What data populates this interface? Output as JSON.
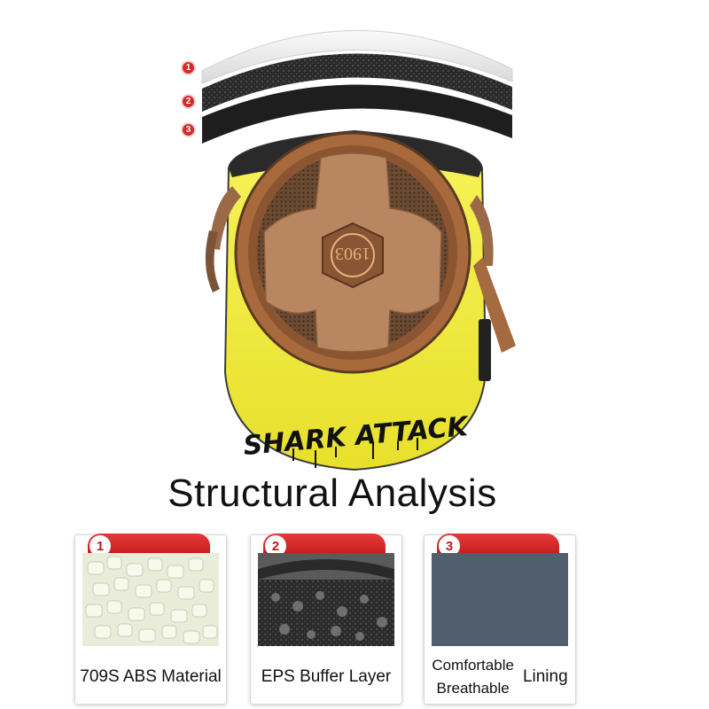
{
  "layer_numbers": [
    "1",
    "2",
    "3"
  ],
  "helmet_brand_text": "SHARK ATTACK",
  "helmet_badge_text": "1903",
  "title": "Structural Analysis",
  "cards": [
    {
      "number": "1",
      "caption": "709S ABS Material"
    },
    {
      "number": "2",
      "caption": "EPS Buffer Layer"
    },
    {
      "number": "3",
      "caption_line1": "Comfortable",
      "caption_line2": "Breathable",
      "caption_side": "Lining"
    }
  ],
  "colors": {
    "accent_red": "#d42a2a",
    "helmet_yellow": "#f2ec3a",
    "leather_brown": "#a86a3c"
  }
}
